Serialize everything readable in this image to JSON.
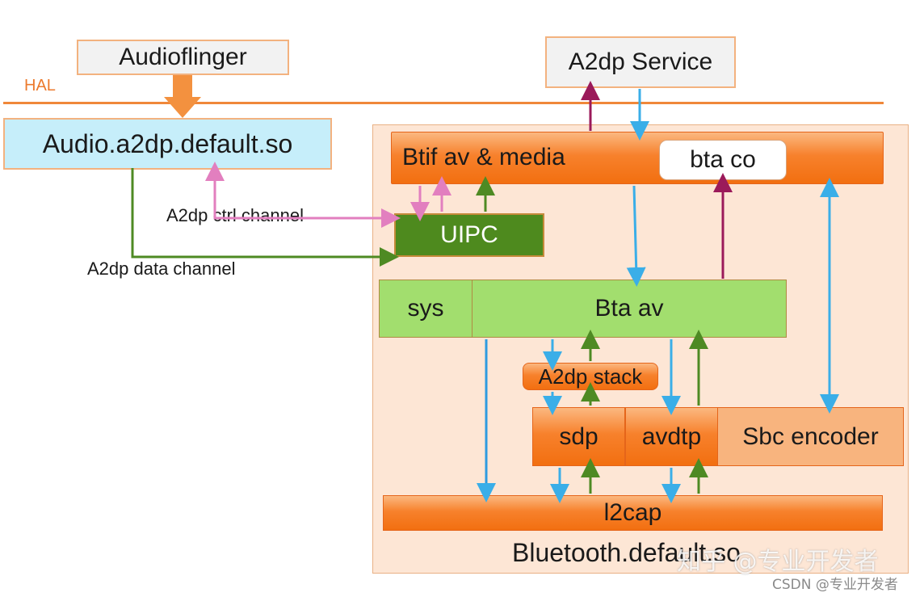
{
  "hal_label": "HAL",
  "boxes": {
    "audioflinger": "Audioflinger",
    "a2dp_service": "A2dp Service",
    "audio_so": "Audio.a2dp.default.so",
    "btif": "Btif av & media",
    "bta_co": "bta co",
    "uipc": "UIPC",
    "sys": "sys",
    "bta_av": "Bta av",
    "a2dp_stack": "A2dp stack",
    "sdp": "sdp",
    "avdtp": "avdtp",
    "sbc": "Sbc encoder",
    "l2cap": "l2cap",
    "bluetooth_so": "Bluetooth.default.so"
  },
  "channels": {
    "ctrl": "A2dp ctrl channel",
    "data": "A2dp data channel"
  },
  "watermark": {
    "main": "知乎 @专业开发者",
    "sub": "CSDN @专业开发者"
  },
  "colors": {
    "hal_line": "#f0883a",
    "pink": "#e27fbf",
    "dark_green": "#4e8a23",
    "blue": "#3aaee8",
    "maroon": "#9b1a5a",
    "uipc_fill": "#4e8a1e",
    "audio_so_fill": "#c6eefa"
  }
}
